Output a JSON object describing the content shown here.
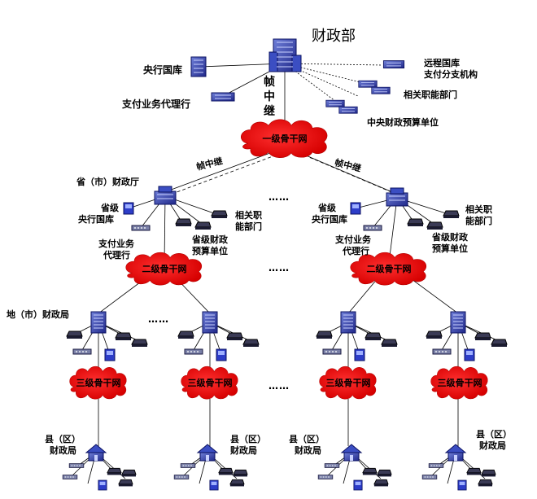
{
  "title": "财政部",
  "relay_vertical": [
    "帧",
    "中",
    "继"
  ],
  "relay_left": "帧中继",
  "relay_right": "帧中继",
  "top_nodes": {
    "central_bank": "央行国库",
    "pay_agent": "支付业务代理行",
    "remote_treasury_line1": "远程国库",
    "remote_treasury_line2": "支付分支机构",
    "related_depts": "相关职能部门",
    "central_budget": "中央财政预算单位"
  },
  "backbone": {
    "level1": "一级骨干网",
    "level2": "二级骨干网",
    "level3": "三级骨干网"
  },
  "province": {
    "name": "省（市）财政厅",
    "bank_line1": "省级",
    "bank_line2": "央行国库",
    "related_line1": "相关职",
    "related_line2": "能部门",
    "agent_line1": "支付业务",
    "agent_line2": "代理行",
    "budget_line1": "省级财政",
    "budget_line2": "预算单位"
  },
  "city": {
    "name": "地（市）财政局"
  },
  "county": {
    "line1": "县（区）",
    "line2": "财政局"
  },
  "ellipsis": "……"
}
